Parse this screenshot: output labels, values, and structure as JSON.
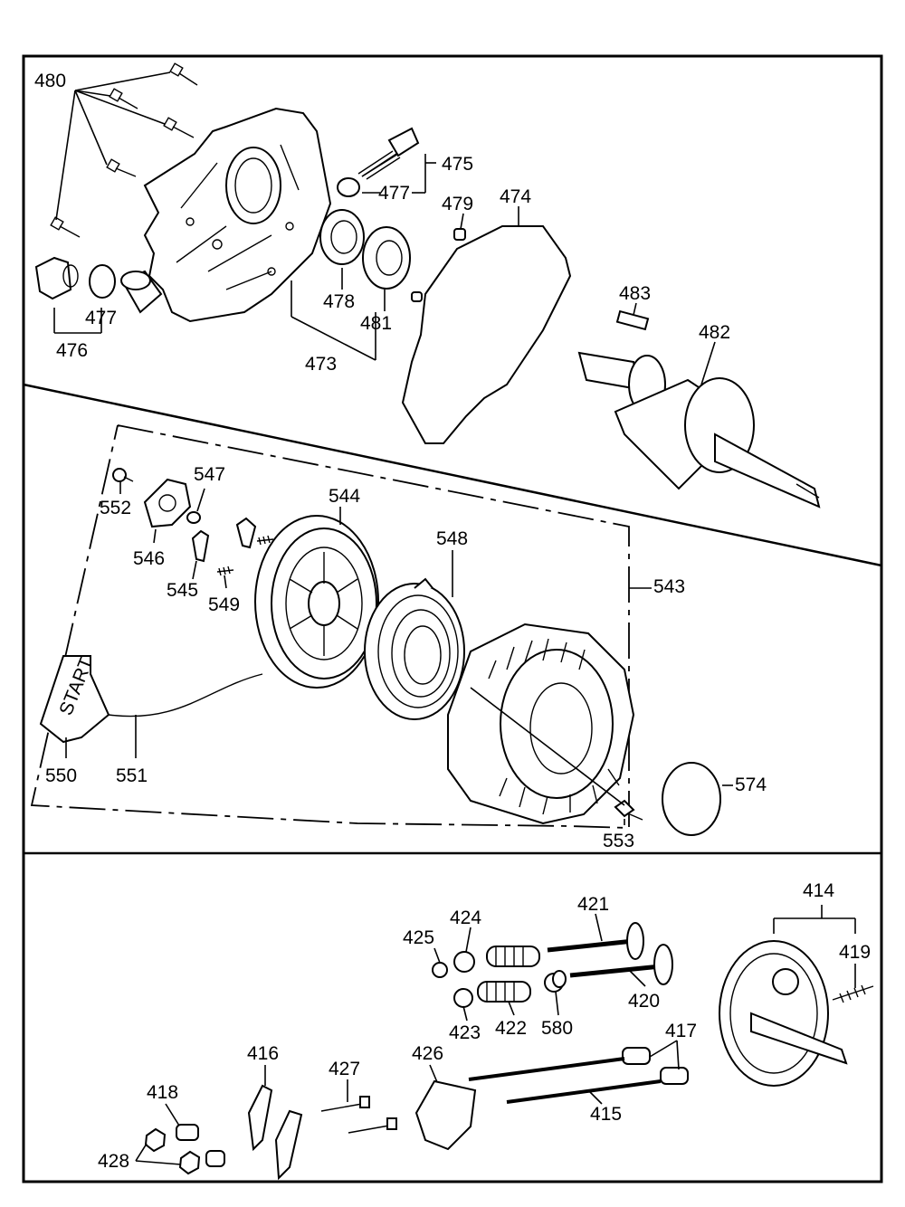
{
  "labels": {
    "p480": "480",
    "p475": "475",
    "p477a": "477",
    "p474": "474",
    "p479": "479",
    "p477b": "477",
    "p476": "476",
    "p478": "478",
    "p481": "481",
    "p473": "473",
    "p483": "483",
    "p482": "482",
    "p547": "547",
    "p544": "544",
    "p552": "552",
    "p546": "546",
    "p545": "545",
    "p549": "549",
    "p548": "548",
    "p543": "543",
    "p550": "550",
    "p551": "551",
    "p574": "574",
    "p553": "553",
    "p414": "414",
    "p421": "421",
    "p424": "424",
    "p425": "425",
    "p419": "419",
    "p420": "420",
    "p423": "423",
    "p422": "422",
    "p580": "580",
    "p417": "417",
    "p416": "416",
    "p427": "427",
    "p426": "426",
    "p418": "418",
    "p415": "415",
    "p428": "428"
  },
  "handle_text": "START"
}
